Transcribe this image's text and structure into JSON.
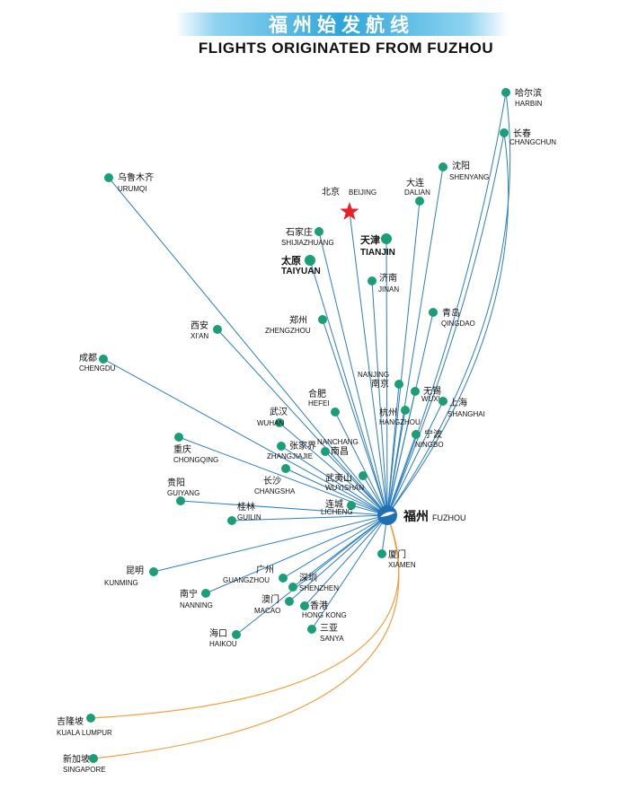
{
  "header": {
    "title_cn": "福州始发航线",
    "title_en": "FLIGHTS ORIGINATED FROM FUZHOU"
  },
  "colors": {
    "domestic_route": "#2a7fc1",
    "international_route": "#f0a040",
    "city_dot": "#1a9e78",
    "capital_star": "#e8202a",
    "hub": "#1f6fb5"
  },
  "hub": {
    "cn": "福州",
    "en": "FUZHOU"
  },
  "capital": {
    "cn": "北京",
    "en": "BEIJING"
  },
  "cities": [
    {
      "id": "harbin",
      "cn": "哈尔滨",
      "en": "HARBIN"
    },
    {
      "id": "changchun",
      "cn": "长春",
      "en": "CHANGCHUN"
    },
    {
      "id": "urumqi",
      "cn": "乌鲁木齐",
      "en": "URUMQI"
    },
    {
      "id": "shenyang",
      "cn": "沈阳",
      "en": "SHENYANG"
    },
    {
      "id": "dalian",
      "cn": "大连",
      "en": "DALIAN"
    },
    {
      "id": "shijiazhuang",
      "cn": "石家庄",
      "en": "SHIJIAZHUANG"
    },
    {
      "id": "tianjin",
      "cn": "天津",
      "en": "TIANJIN"
    },
    {
      "id": "taiyuan",
      "cn": "太原",
      "en": "TAIYUAN"
    },
    {
      "id": "jinan",
      "cn": "济南",
      "en": "JINAN"
    },
    {
      "id": "zhengzhou",
      "cn": "郑州",
      "en": "ZHENGZHOU"
    },
    {
      "id": "qingdao",
      "cn": "青岛",
      "en": "QINGDAO"
    },
    {
      "id": "xian",
      "cn": "西安",
      "en": "XI'AN"
    },
    {
      "id": "chengdu",
      "cn": "成都",
      "en": "CHENGDU"
    },
    {
      "id": "nanjing",
      "cn": "南京",
      "en": "NANJING"
    },
    {
      "id": "wuxi",
      "cn": "无锡",
      "en": "WUXI"
    },
    {
      "id": "hefei",
      "cn": "合肥",
      "en": "HEFEI"
    },
    {
      "id": "shanghai",
      "cn": "上海",
      "en": "SHANGHAI"
    },
    {
      "id": "hangzhou",
      "cn": "杭州",
      "en": "HANGZHOU"
    },
    {
      "id": "wuhan",
      "cn": "武汉",
      "en": "WUHAN"
    },
    {
      "id": "nanchang",
      "cn": "南昌",
      "en": "NANCHANG"
    },
    {
      "id": "ningbo",
      "cn": "宁波",
      "en": "NINGBO"
    },
    {
      "id": "zhangjiajie",
      "cn": "张家界",
      "en": "ZHANGJIAJIE"
    },
    {
      "id": "chongqing",
      "cn": "重庆",
      "en": "CHONGQING"
    },
    {
      "id": "changsha",
      "cn": "长沙",
      "en": "CHANGSHA"
    },
    {
      "id": "wuyishan",
      "cn": "武夷山",
      "en": "WUYISHAN"
    },
    {
      "id": "guiyang",
      "cn": "贵阳",
      "en": "GUIYANG"
    },
    {
      "id": "liancheng",
      "cn": "连城",
      "en": "LICHENG"
    },
    {
      "id": "guilin",
      "cn": "桂林",
      "en": "GUILIN"
    },
    {
      "id": "xiamen",
      "cn": "厦门",
      "en": "XIAMEN"
    },
    {
      "id": "kunming",
      "cn": "昆明",
      "en": "KUNMING"
    },
    {
      "id": "guangzhou",
      "cn": "广州",
      "en": "GUANGZHOU"
    },
    {
      "id": "shenzhen",
      "cn": "深圳",
      "en": "SHENZHEN"
    },
    {
      "id": "nanning",
      "cn": "南宁",
      "en": "NANNING"
    },
    {
      "id": "macao",
      "cn": "澳门",
      "en": "MACAO"
    },
    {
      "id": "hongkong",
      "cn": "香港",
      "en": "HONG KONG"
    },
    {
      "id": "haikou",
      "cn": "海口",
      "en": "HAIKOU"
    },
    {
      "id": "sanya",
      "cn": "三亚",
      "en": "SANYA"
    },
    {
      "id": "kualalumpur",
      "cn": "吉隆坡",
      "en": "KUALA LUMPUR"
    },
    {
      "id": "singapore",
      "cn": "新加坡",
      "en": "SINGAPORE"
    }
  ]
}
